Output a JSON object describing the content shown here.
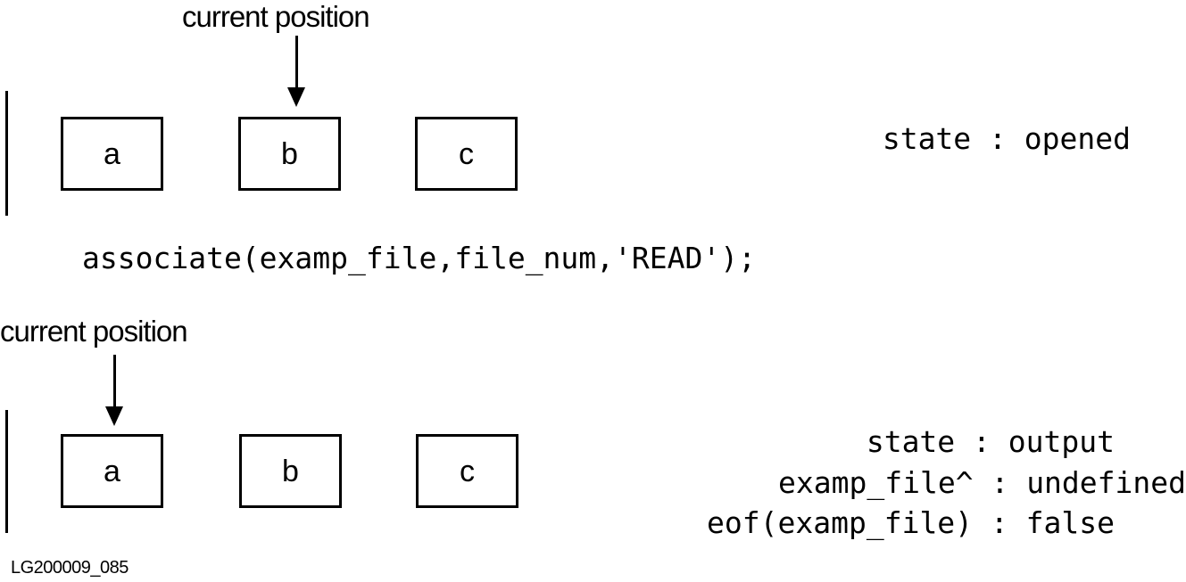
{
  "top_panel": {
    "position_label": "current position",
    "cells": [
      "a",
      "b",
      "c"
    ],
    "state_lines": [
      {
        "key": "state",
        "sep": " : ",
        "value": "opened"
      }
    ]
  },
  "statement": "associate(examp_file,file_num,'READ');",
  "bottom_panel": {
    "position_label": "current position",
    "cells": [
      "a",
      "b",
      "c"
    ],
    "state_lines": [
      {
        "key": "state",
        "sep": " : ",
        "value": "output"
      },
      {
        "key": "examp_file^",
        "sep": " : ",
        "value": "undefined"
      },
      {
        "key": "eof(examp_file)",
        "sep": " : ",
        "value": "false"
      }
    ]
  },
  "figure_id": "LG200009_085"
}
